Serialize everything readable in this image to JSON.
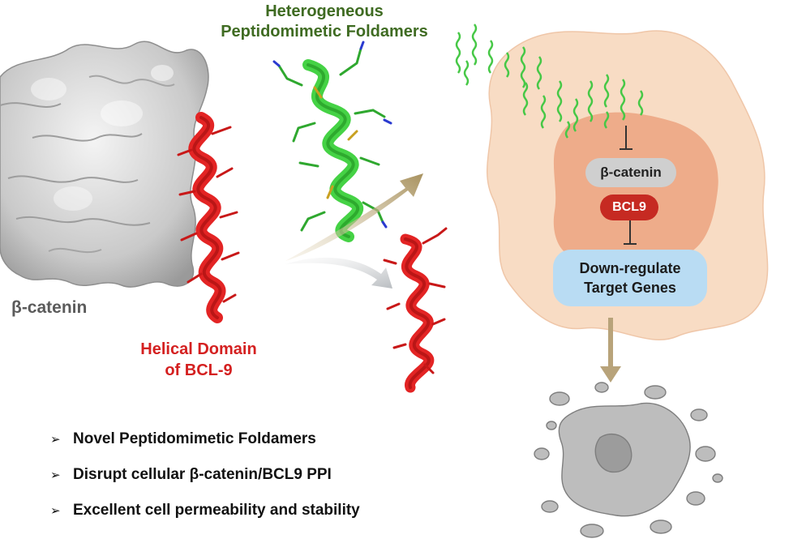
{
  "labels": {
    "title_line1": "Heterogeneous",
    "title_line2": "Peptidomimetic Foldamers",
    "catenin": "β-catenin",
    "helical_line1": "Helical Domain",
    "helical_line2": "of BCL-9"
  },
  "pathway": {
    "catenin": "β-catenin",
    "bcl9": "BCL9",
    "genes_line1": "Down-regulate",
    "genes_line2": "Target Genes"
  },
  "bullets": [
    "Novel Peptidomimetic Foldamers",
    "Disrupt cellular β-catenin/BCL9 PPI",
    "Excellent cell permeability and stability"
  ],
  "bullet_glyph": "➢",
  "colors": {
    "title": "#3f6b22",
    "helix_red": "#d42020",
    "foldamer_green": "#3fcc3f",
    "cell_outer": "#f8dcc4",
    "cell_inner": "#eeac8a",
    "bcl9_pill": "#c62a22",
    "genes_pill": "#b9dcf3",
    "gold_arrow": "#b8a37a"
  }
}
